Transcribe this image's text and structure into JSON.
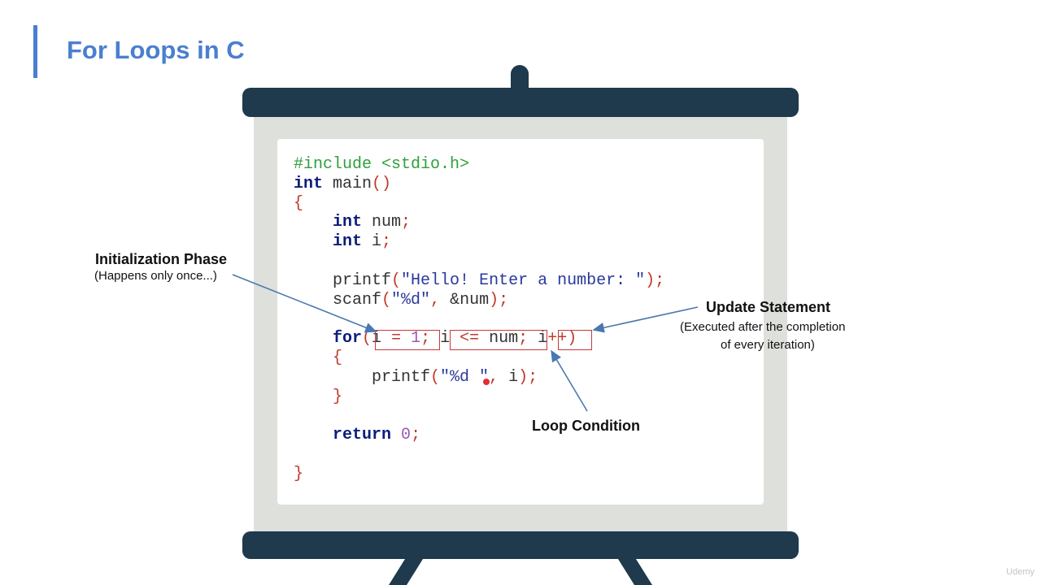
{
  "slide": {
    "title": "For Loops in C"
  },
  "code": {
    "lines": [
      [
        {
          "t": "#include <stdio.h>",
          "c": "pre"
        }
      ],
      [
        {
          "t": "int",
          "c": "kw"
        },
        {
          "t": " main",
          "c": "fn"
        },
        {
          "t": "()",
          "c": "punc"
        }
      ],
      [
        {
          "t": "{",
          "c": "punc"
        }
      ],
      [
        {
          "t": "    ",
          "c": "fn"
        },
        {
          "t": "int",
          "c": "kw"
        },
        {
          "t": " num",
          "c": "fn"
        },
        {
          "t": ";",
          "c": "punc"
        }
      ],
      [
        {
          "t": "    ",
          "c": "fn"
        },
        {
          "t": "int",
          "c": "kw"
        },
        {
          "t": " i",
          "c": "fn"
        },
        {
          "t": ";",
          "c": "punc"
        }
      ],
      [],
      [
        {
          "t": "    printf",
          "c": "fn"
        },
        {
          "t": "(",
          "c": "punc"
        },
        {
          "t": "\"Hello! Enter a number: \"",
          "c": "str"
        },
        {
          "t": ");",
          "c": "punc"
        }
      ],
      [
        {
          "t": "    scanf",
          "c": "fn"
        },
        {
          "t": "(",
          "c": "punc"
        },
        {
          "t": "\"%d\"",
          "c": "str"
        },
        {
          "t": ", ",
          "c": "punc"
        },
        {
          "t": "&num",
          "c": "fn"
        },
        {
          "t": ");",
          "c": "punc"
        }
      ],
      [],
      [
        {
          "t": "    ",
          "c": "fn"
        },
        {
          "t": "for",
          "c": "kw"
        },
        {
          "t": "(",
          "c": "punc"
        },
        {
          "t": "i ",
          "c": "fn"
        },
        {
          "t": "= ",
          "c": "punc"
        },
        {
          "t": "1",
          "c": "num"
        },
        {
          "t": "; ",
          "c": "punc"
        },
        {
          "t": "i ",
          "c": "fn"
        },
        {
          "t": "<= ",
          "c": "punc"
        },
        {
          "t": "num",
          "c": "fn"
        },
        {
          "t": "; ",
          "c": "punc"
        },
        {
          "t": "i",
          "c": "fn"
        },
        {
          "t": "++)",
          "c": "punc"
        }
      ],
      [
        {
          "t": "    {",
          "c": "punc"
        }
      ],
      [
        {
          "t": "        printf",
          "c": "fn"
        },
        {
          "t": "(",
          "c": "punc"
        },
        {
          "t": "\"%d \"",
          "c": "str"
        },
        {
          "t": ", ",
          "c": "punc"
        },
        {
          "t": "i",
          "c": "fn"
        },
        {
          "t": ");",
          "c": "punc"
        }
      ],
      [
        {
          "t": "    }",
          "c": "punc"
        }
      ],
      [],
      [
        {
          "t": "    ",
          "c": "fn"
        },
        {
          "t": "return",
          "c": "kw"
        },
        {
          "t": " ",
          "c": "fn"
        },
        {
          "t": "0",
          "c": "num"
        },
        {
          "t": ";",
          "c": "punc"
        }
      ],
      [],
      [
        {
          "t": "}",
          "c": "punc"
        }
      ]
    ]
  },
  "annotations": {
    "init_title": "Initialization Phase",
    "init_sub": "(Happens only once...)",
    "update_title": "Update Statement",
    "update_sub_1": "(Executed after the completion",
    "update_sub_2": "of every iteration)",
    "cond_title": "Loop Condition"
  },
  "watermark": "Udemy"
}
